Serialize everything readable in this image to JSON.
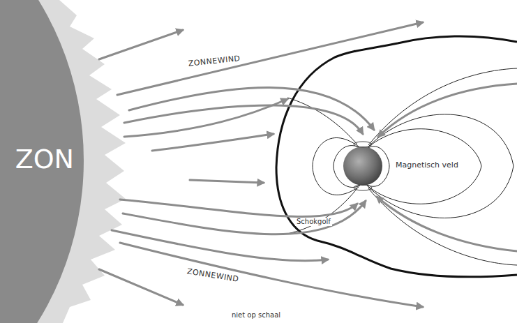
{
  "diagram": {
    "nodes": [
      {
        "text": [
          "ZON"
        ]
      }
    ],
    "labels": [
      "ZONNEWIND",
      "ZONNEWIND",
      "Magnetisch veld",
      "Schokgolf",
      "niet op schaal"
    ]
  }
}
